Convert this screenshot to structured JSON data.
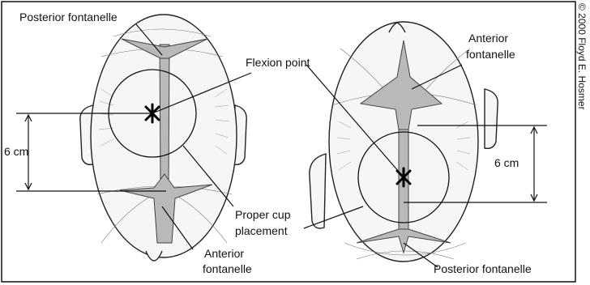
{
  "labels": {
    "posterior_fontanelle_left": "Posterior fontanelle",
    "flexion_point": "Flexion point",
    "anterior_fontanelle_right_1": "Anterior",
    "anterior_fontanelle_right_2": "fontanelle",
    "distance_left": "6 cm",
    "distance_right": "6 cm",
    "proper_cup_1": "Proper cup",
    "proper_cup_2": "placement",
    "anterior_fontanelle_left_1": "Anterior",
    "anterior_fontanelle_left_2": "fontanelle",
    "posterior_fontanelle_right": "Posterior fontanelle"
  },
  "copyright": "© 2000 Floyd E. Hosmer"
}
